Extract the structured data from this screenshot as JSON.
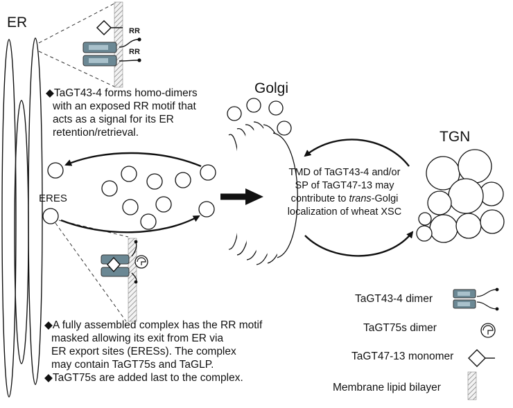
{
  "labels": {
    "er": "ER",
    "golgi": "Golgi",
    "tgn": "TGN",
    "eres": "ERES",
    "rr": "RR"
  },
  "notes": {
    "top": [
      "◆TaGT43-4 forms homo-dimers",
      "with an exposed RR motif that",
      "acts as a signal for its ER",
      "retention/retrieval."
    ],
    "center": {
      "line1": "TMD of TaGT43-4 and/or",
      "line2": "SP of TaGT47-13 may",
      "line3_pre": "contribute to ",
      "line3_em": "trans",
      "line3_post": "-Golgi",
      "line4": "localization of wheat XSC"
    },
    "bottom": [
      "◆A fully assembled complex has the RR motif",
      "masked allowing its exit from ER via",
      "ER export sites (ERESs). The complex",
      "may contain TaGT75s and TaGLP.",
      "◆TaGT75s are added last to the complex."
    ]
  },
  "legend": {
    "gt43": "TaGT43-4 dimer",
    "gt75": "TaGT75s dimer",
    "gt47": "TaGT47-13 monomer",
    "membrane": "Membrane lipid bilayer"
  },
  "colors": {
    "line": "#111111",
    "protein_fill": "#6b8894",
    "protein_inner": "#a9c1cb",
    "membrane_stripe": "#9a9a9a"
  }
}
